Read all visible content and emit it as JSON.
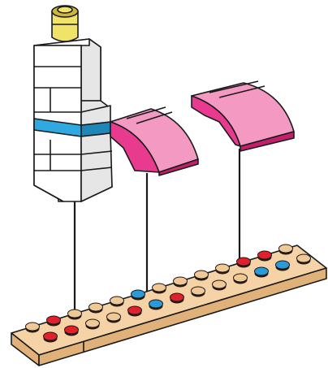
{
  "colors": {
    "background": "#ffffff",
    "outline": "#1a1a1a",
    "white_face": "#ffffff",
    "white_shade": "#e6e6e6",
    "white_dark": "#cfcfcf",
    "stripe_blue": "#2fa9e0",
    "stripe_blue_dark": "#1f86b8",
    "transparent_yellow": "#f1e36a",
    "transparent_yellow_dark": "#c9b63a",
    "magenta": "#e83a8e",
    "magenta_dark": "#c21f6d",
    "magenta_light": "#f49ac2",
    "plate_tan": "#f6d3a6",
    "plate_tan_dark": "#e0b27a",
    "stud_tan": "#f0c896",
    "stud_red": "#e0202a",
    "stud_blue": "#2b9ad8",
    "stud_dark": "#2a1a14"
  },
  "parts": [
    {
      "name": "transparent-yellow-round-stud",
      "color": "transparent_yellow"
    },
    {
      "name": "white-brick-tower",
      "color": "white_face"
    },
    {
      "name": "blue-stripe-tile",
      "color": "stripe_blue"
    },
    {
      "name": "magenta-curved-slope-left",
      "color": "magenta"
    },
    {
      "name": "magenta-curved-slope-right",
      "color": "magenta"
    },
    {
      "name": "tan-plate-with-studs",
      "color": "plate_tan"
    }
  ]
}
